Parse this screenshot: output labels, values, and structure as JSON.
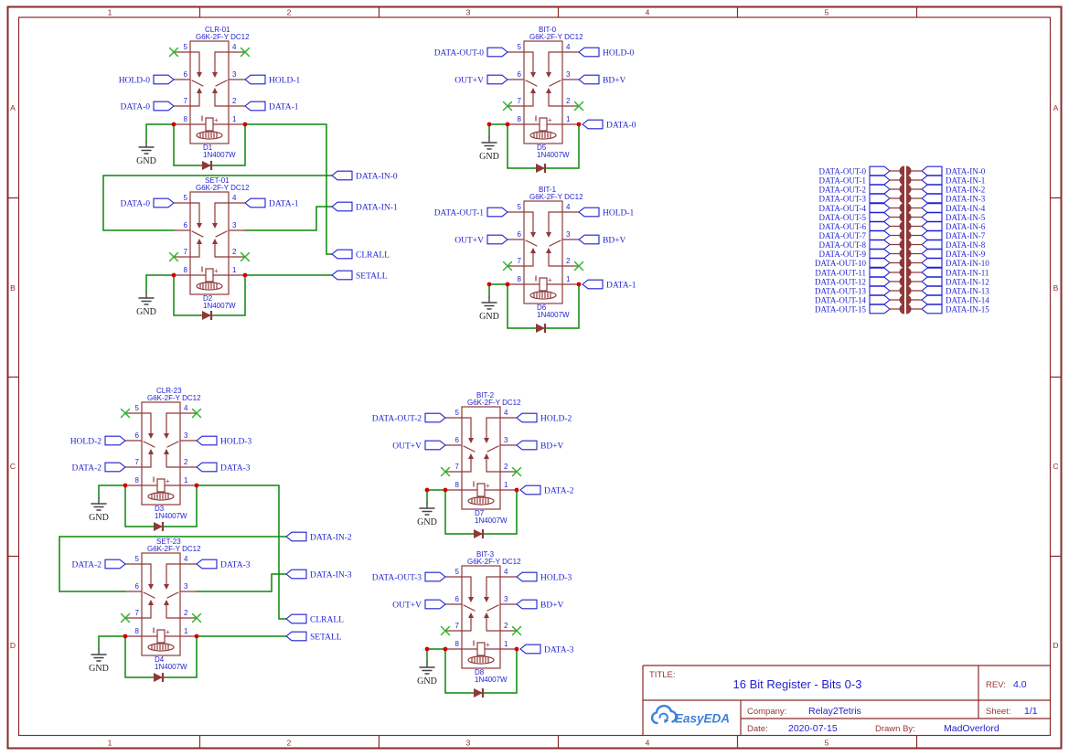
{
  "frame": {
    "columns": [
      "1",
      "2",
      "3",
      "4",
      "5"
    ],
    "rows": [
      "A",
      "B",
      "C",
      "D"
    ]
  },
  "title_block": {
    "title_label": "TITLE:",
    "title": "16 Bit Register - Bits 0-3",
    "rev_label": "REV:",
    "rev": "4.0",
    "company_label": "Company:",
    "company": "Relay2Tetris",
    "sheet_label": "Sheet:",
    "sheet": "1/1",
    "date_label": "Date:",
    "date": "2020-07-15",
    "drawn_by_label": "Drawn By:",
    "drawn_by": "MadOverlord",
    "logo_text": "EasyEDA"
  },
  "colors": {
    "frame": "#8b2a2a",
    "component": "#8f3838",
    "wire": "#0a870a",
    "net_blue": "#1f1fd1",
    "junction": "#d40000",
    "no_connect": "#2fb52f",
    "ground": "#444444",
    "label_dark_red": "#993333",
    "logo_blue": "#3b82d8"
  },
  "gnd_label": "GND",
  "pin_order": [
    "5",
    "4",
    "6",
    "3",
    "7",
    "2",
    "8",
    "1"
  ],
  "relays": [
    {
      "name": "CLR-01",
      "part": "G6K-2F-Y DC12",
      "pins": {
        "5": "NC",
        "4": "NC",
        "6": "HOLD-0",
        "3": "HOLD-1",
        "7": "DATA-0",
        "2": "DATA-1",
        "8": "WIRE",
        "1": "WIRE"
      },
      "diode": {
        "designator": "D1",
        "part": "1N4007W"
      }
    },
    {
      "name": "SET-01",
      "part": "G6K-2F-Y DC12",
      "pins": {
        "5": "DATA-0",
        "4": "DATA-1",
        "6": "WIRE",
        "3": "WIRE",
        "7": "NC",
        "2": "NC",
        "8": "WIRE",
        "1": "WIRE"
      },
      "diode": {
        "designator": "D2",
        "part": "1N4007W"
      }
    },
    {
      "name": "BIT-0",
      "part": "G6K-2F-Y DC12",
      "pins": {
        "5": "DATA-OUT-0",
        "4": "HOLD-0",
        "6": "OUT+V",
        "3": "BD+V",
        "7": "NC",
        "2": "NC",
        "8": "WIRE",
        "1": "DATA-0"
      },
      "diode": {
        "designator": "D5",
        "part": "1N4007W"
      }
    },
    {
      "name": "BIT-1",
      "part": "G6K-2F-Y DC12",
      "pins": {
        "5": "DATA-OUT-1",
        "4": "HOLD-1",
        "6": "OUT+V",
        "3": "BD+V",
        "7": "NC",
        "2": "NC",
        "8": "WIRE",
        "1": "DATA-1"
      },
      "diode": {
        "designator": "D6",
        "part": "1N4007W"
      }
    },
    {
      "name": "CLR-23",
      "part": "G6K-2F-Y DC12",
      "pins": {
        "5": "NC",
        "4": "NC",
        "6": "HOLD-2",
        "3": "HOLD-3",
        "7": "DATA-2",
        "2": "DATA-3",
        "8": "WIRE",
        "1": "WIRE"
      },
      "diode": {
        "designator": "D3",
        "part": "1N4007W"
      }
    },
    {
      "name": "SET-23",
      "part": "G6K-2F-Y DC12",
      "pins": {
        "5": "DATA-2",
        "4": "DATA-3",
        "6": "WIRE",
        "3": "WIRE",
        "7": "NC",
        "2": "NC",
        "8": "WIRE",
        "1": "WIRE"
      },
      "diode": {
        "designator": "D4",
        "part": "1N4007W"
      }
    },
    {
      "name": "BIT-2",
      "part": "G6K-2F-Y DC12",
      "pins": {
        "5": "DATA-OUT-2",
        "4": "HOLD-2",
        "6": "OUT+V",
        "3": "BD+V",
        "7": "NC",
        "2": "NC",
        "8": "WIRE",
        "1": "DATA-2"
      },
      "diode": {
        "designator": "D7",
        "part": "1N4007W"
      }
    },
    {
      "name": "BIT-3",
      "part": "G6K-2F-Y DC12",
      "pins": {
        "5": "DATA-OUT-3",
        "4": "HOLD-3",
        "6": "OUT+V",
        "3": "BD+V",
        "7": "NC",
        "2": "NC",
        "8": "WIRE",
        "1": "DATA-3"
      },
      "diode": {
        "designator": "D8",
        "part": "1N4007W"
      }
    }
  ],
  "net_ports": [
    "DATA-IN-0",
    "DATA-IN-1",
    "CLRALL",
    "SETALL",
    "DATA-IN-2",
    "DATA-IN-3",
    "CLRALL",
    "SETALL"
  ],
  "jumper_array": [
    {
      "left": "DATA-OUT-0",
      "right": "DATA-IN-0"
    },
    {
      "left": "DATA-OUT-1",
      "right": "DATA-IN-1"
    },
    {
      "left": "DATA-OUT-2",
      "right": "DATA-IN-2"
    },
    {
      "left": "DATA-OUT-3",
      "right": "DATA-IN-3"
    },
    {
      "left": "DATA-OUT-4",
      "right": "DATA-IN-4"
    },
    {
      "left": "DATA-OUT-5",
      "right": "DATA-IN-5"
    },
    {
      "left": "DATA-OUT-6",
      "right": "DATA-IN-6"
    },
    {
      "left": "DATA-OUT-7",
      "right": "DATA-IN-7"
    },
    {
      "left": "DATA-OUT-8",
      "right": "DATA-IN-8"
    },
    {
      "left": "DATA-OUT-9",
      "right": "DATA-IN-9"
    },
    {
      "left": "DATA-OUT-10",
      "right": "DATA-IN-10"
    },
    {
      "left": "DATA-OUT-11",
      "right": "DATA-IN-11"
    },
    {
      "left": "DATA-OUT-12",
      "right": "DATA-IN-12"
    },
    {
      "left": "DATA-OUT-13",
      "right": "DATA-IN-13"
    },
    {
      "left": "DATA-OUT-14",
      "right": "DATA-IN-14"
    },
    {
      "left": "DATA-OUT-15",
      "right": "DATA-IN-15"
    }
  ]
}
